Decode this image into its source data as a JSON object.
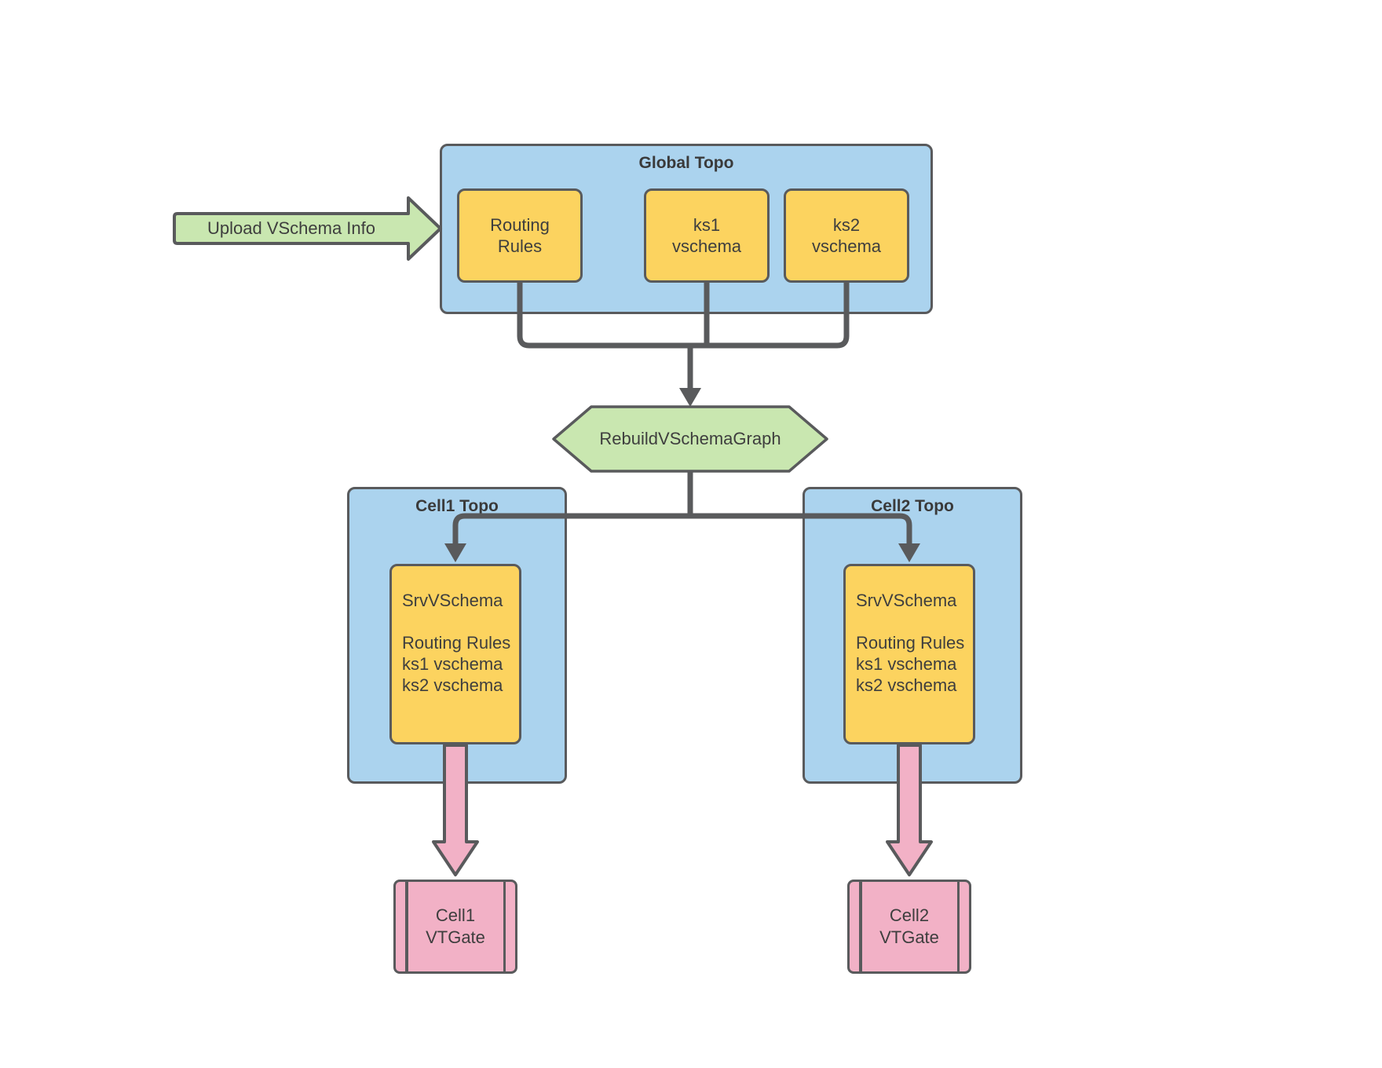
{
  "colors": {
    "blue_fill": "#ABD3EE",
    "yellow_fill": "#FCD35F",
    "green_fill": "#C9E7B0",
    "pink_fill": "#F2B1C6",
    "stroke_gray": "#595A5C",
    "text": "#3E3E3E"
  },
  "upload_arrow": {
    "label": "Upload VSchema Info"
  },
  "global_topo": {
    "title": "Global Topo",
    "routing_rules": "Routing\nRules",
    "ks1": "ks1\nvschema",
    "ks2": "ks2\nvschema"
  },
  "rebuild": {
    "label": "RebuildVSchemaGraph"
  },
  "cell1": {
    "title": "Cell1 Topo",
    "srv_vschema": "SrvVSchema\n\nRouting Rules\nks1 vschema\nks2 vschema",
    "vtgate": "Cell1\nVTGate"
  },
  "cell2": {
    "title": "Cell2 Topo",
    "srv_vschema": "SrvVSchema\n\nRouting Rules\nks1 vschema\nks2 vschema",
    "vtgate": "Cell2\nVTGate"
  }
}
